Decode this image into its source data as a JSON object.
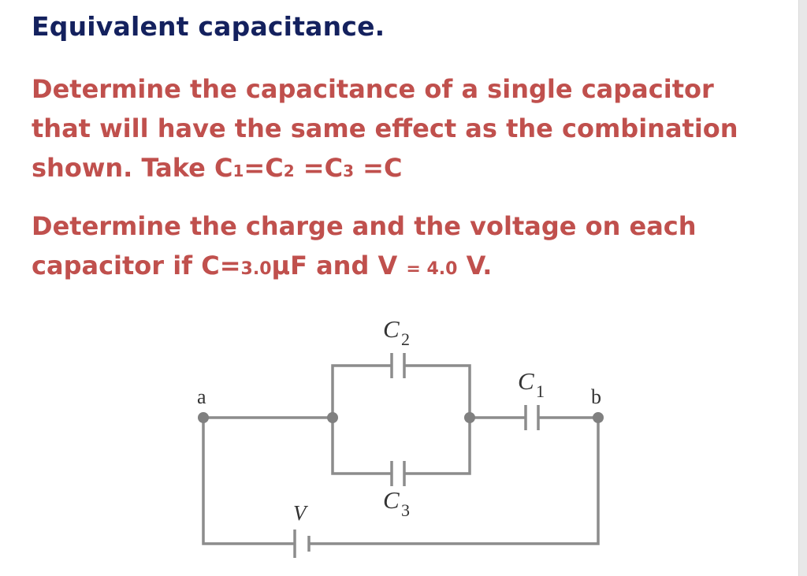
{
  "title": "Equivalent capacitance.",
  "question1": {
    "text": "Determine the capacitance of a single capacitor that will have the same effect as the combination shown. Take ",
    "eq_c": "C",
    "eq_1": "1",
    "eq_eq1": "=C",
    "eq_2": "2",
    "eq_eq2": " =C",
    "eq_3": "3",
    "eq_end": " =C"
  },
  "question2": {
    "text": "Determine the charge and the voltage on each capacitor if C=",
    "c_value": "3.0",
    "unit_f": "μF and V ",
    "eq": "= ",
    "v_value": "4.0",
    "v_unit": " V."
  },
  "diagram": {
    "node_a": "a",
    "node_b": "b",
    "c1_letter": "C",
    "c1_sub": "1",
    "c2_letter": "C",
    "c2_sub": "2",
    "c3_letter": "C",
    "c3_sub": "3",
    "v_label": "V",
    "colors": {
      "wire": "#8c8c8c",
      "node": "#808080",
      "label": "#333333"
    }
  }
}
